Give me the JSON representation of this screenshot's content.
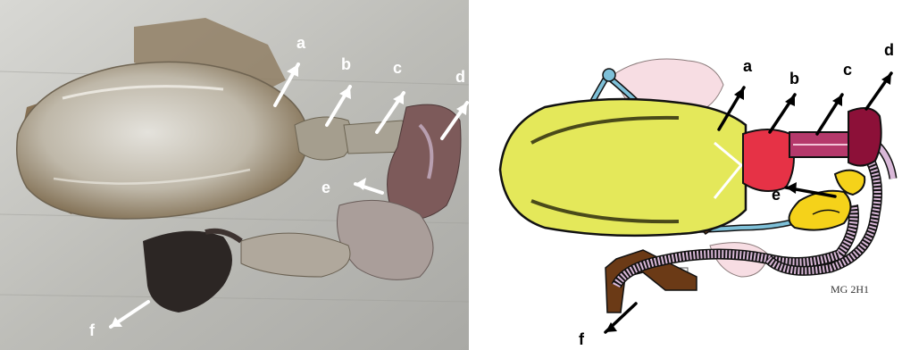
{
  "photo": {
    "labels": {
      "a": "a",
      "b": "b",
      "c": "c",
      "d": "d",
      "e": "e",
      "f": "f"
    }
  },
  "drawing": {
    "labels": {
      "a": "a",
      "b": "b",
      "c": "c",
      "d": "d",
      "e": "e",
      "f": "f"
    },
    "signature": "MG 2H1"
  },
  "colors": {
    "photo_background": "#b9b9b5",
    "bladder_yellow": "#e4e85a",
    "bladder_neck_red": "#e63246",
    "urethra_magenta": "#b5396b",
    "prostate_maroon": "#8c1038",
    "vessel_blue": "#7ec0d8",
    "seminal_vesicle_yellow": "#f5d21a",
    "penis_brown": "#6b3a16",
    "vas_deferens_pink": "#d9b8d8",
    "peritoneum_pink": "#f7dde3",
    "outline": "#111111"
  }
}
